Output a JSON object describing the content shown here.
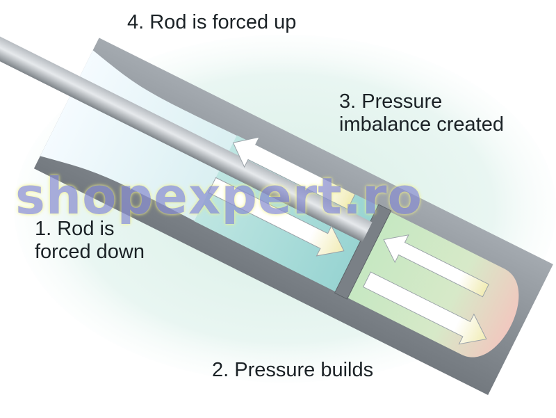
{
  "labels": {
    "step1_line1": "1. Rod is",
    "step1_line2": "forced down",
    "step2": "2. Pressure builds",
    "step3_line1": "3. Pressure",
    "step3_line2": "imbalance created",
    "step4": "4. Rod is forced up"
  },
  "watermark": "shopexpert.ro",
  "colors": {
    "cylinder": "#8f959b",
    "cylinder_dark": "#6f757b",
    "upper_chamber": "#a8dcd8",
    "lower_chamber": "#c9e8c0",
    "chamber_end": "#f2c9c0",
    "background_glow": "#dff1ee",
    "arrow_fill": "#ffffff",
    "arrow_tip": "#f3efb8",
    "text": "#1b2226",
    "watermark": "#8a8fcf"
  }
}
